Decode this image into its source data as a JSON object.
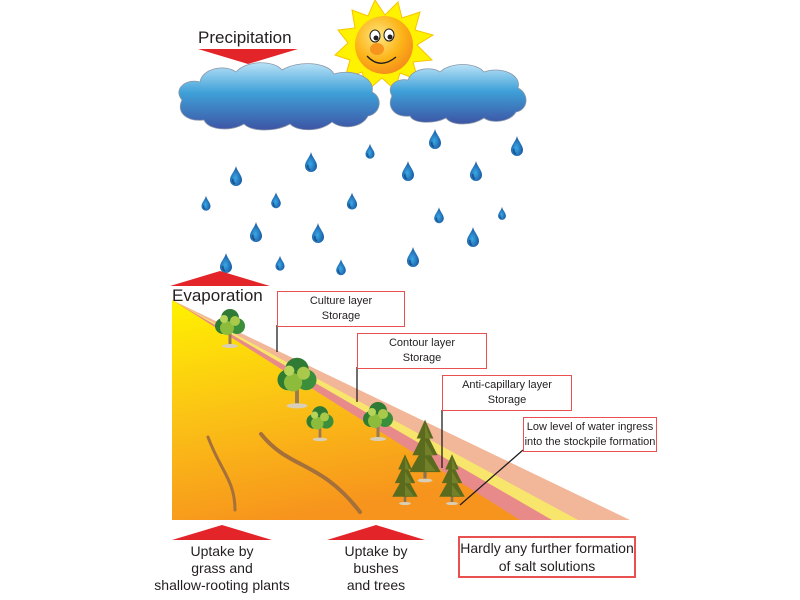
{
  "title_labels": {
    "precipitation": "Precipitation",
    "evaporation": "Evaporation"
  },
  "layers": [
    {
      "name": "Culture layer",
      "sub": "Storage"
    },
    {
      "name": "Contour layer",
      "sub": "Storage"
    },
    {
      "name": "Anti-capillary layer",
      "sub": "Storage"
    },
    {
      "name": "Low level of water ingress",
      "sub": "into the stockpile formation"
    }
  ],
  "bottom": {
    "uptake_grass": [
      "Uptake by",
      "grass and",
      "shallow-rooting plants"
    ],
    "uptake_trees": [
      "Uptake by",
      "bushes",
      "and trees"
    ],
    "salt": [
      "Hardly any further formation",
      "of salt solutions"
    ]
  },
  "colors": {
    "arrow_red": "#e3252a",
    "box_border": "#e8514f",
    "band_peach": "#f2b698",
    "band_yellow": "#f8e66c",
    "band_pink": "#e88a8a",
    "slope_top": "#fff200",
    "slope_bottom": "#f7941d",
    "cloud_top": "#9fd4f2",
    "cloud_bottom": "#3b5ba8",
    "drop": "#1a75bb",
    "sun": "#fdb913",
    "sun_rays": "#fff200"
  },
  "icons": [
    "sun-icon",
    "cloud-icon",
    "raindrop-icon",
    "deciduous-tree-icon",
    "conifer-tree-icon",
    "root-icon",
    "arrow-down-icon",
    "arrow-up-icon"
  ]
}
